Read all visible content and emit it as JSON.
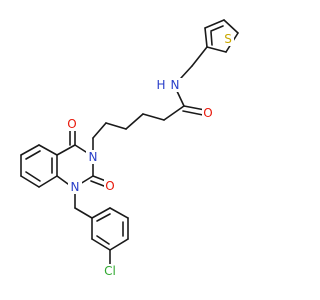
{
  "molecule": {
    "colors": {
      "bond": "#1a1a1a",
      "oxygen": "#e8190b",
      "nitrogen": "#2a3fc9",
      "sulfur": "#c9a800",
      "chlorine": "#2fa82f",
      "carbon": "#1a1a1a"
    },
    "atoms": [
      {
        "id": "S",
        "label": "S",
        "element": "sulfur"
      },
      {
        "id": "N_amide",
        "label": "N",
        "element": "nitrogen"
      },
      {
        "id": "H_amide",
        "label": "H",
        "element": "nitrogen"
      },
      {
        "id": "O_amide",
        "label": "O",
        "element": "oxygen"
      },
      {
        "id": "O4",
        "label": "O",
        "element": "oxygen"
      },
      {
        "id": "N3",
        "label": "N",
        "element": "nitrogen"
      },
      {
        "id": "O2",
        "label": "O",
        "element": "oxygen"
      },
      {
        "id": "N1",
        "label": "N",
        "element": "nitrogen"
      },
      {
        "id": "Cl",
        "label": "Cl",
        "element": "chlorine"
      }
    ]
  }
}
